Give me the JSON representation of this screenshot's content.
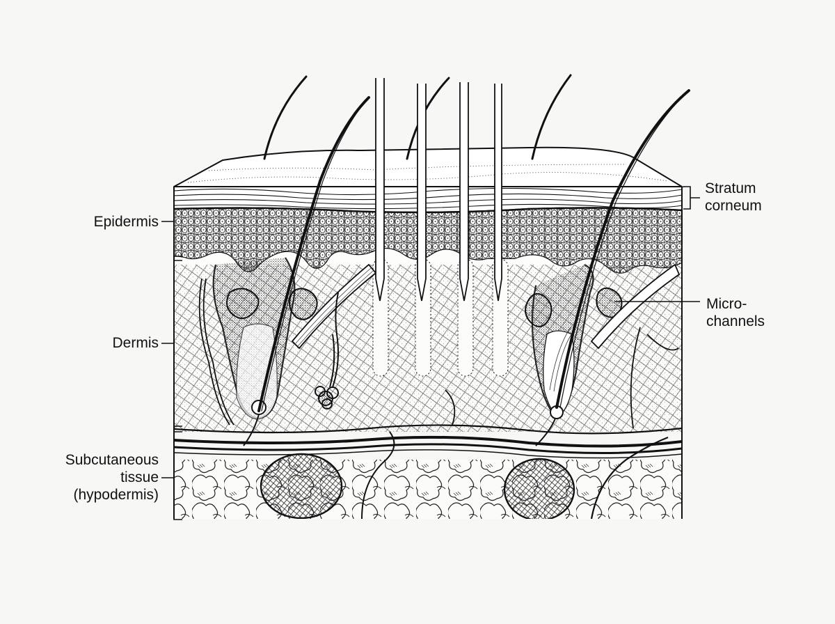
{
  "diagram": {
    "type": "anatomical cross-section illustration",
    "subject": "Skin cross-section with microneedles creating micro-channels",
    "colors": {
      "background": "#f7f7f6",
      "ink": "#111111",
      "stipple": "#333333"
    }
  },
  "labels": {
    "epidermis": "Epidermis",
    "dermis": "Dermis",
    "subcutaneous_line1": "Subcutaneous",
    "subcutaneous_line2": "tissue",
    "subcutaneous_line3": "(hypodermis)",
    "stratum_line1": "Stratum",
    "stratum_line2": "corneum",
    "micro_line1": "Micro-",
    "micro_line2": "channels"
  },
  "elements": {
    "microneedles": 4,
    "hairs": 5,
    "hair_follicles": 2,
    "fat_lobules_large": 2
  }
}
